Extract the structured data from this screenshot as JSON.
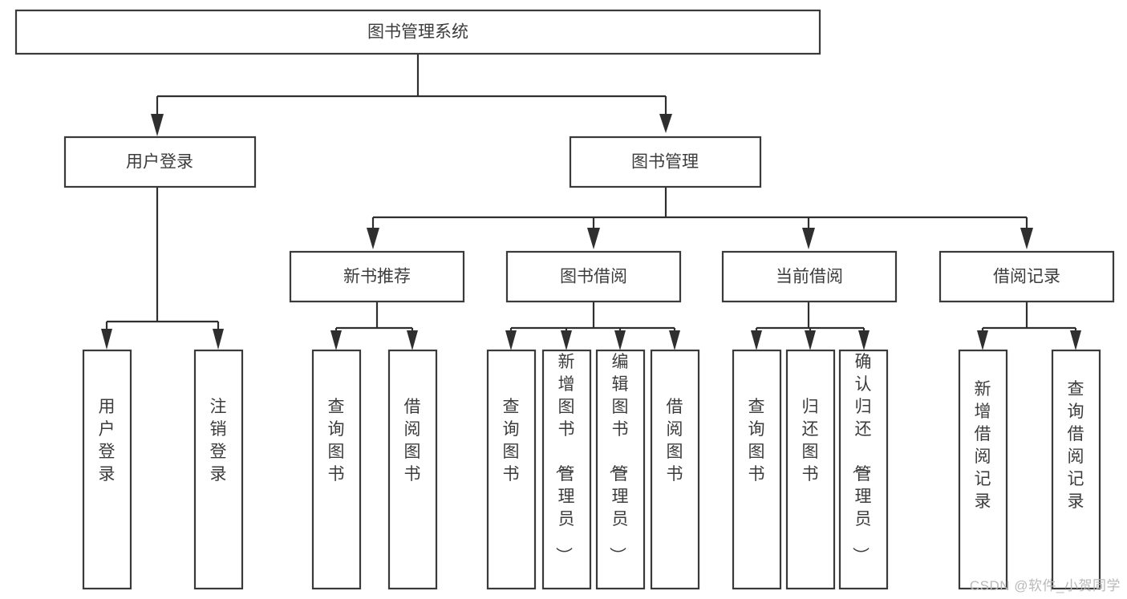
{
  "diagram": {
    "title": "图书管理系统",
    "type": "tree-hierarchy",
    "watermark": "CSDN @软件_小贺同学",
    "root": {
      "id": "root",
      "label": "图书管理系统"
    },
    "level1": [
      {
        "id": "user-login",
        "label": "用户登录"
      },
      {
        "id": "book-manage",
        "label": "图书管理"
      }
    ],
    "level2": [
      {
        "id": "new-book-rec",
        "label": "新书推荐",
        "parent": "book-manage"
      },
      {
        "id": "book-borrow",
        "label": "图书借阅",
        "parent": "book-manage"
      },
      {
        "id": "current-borrow",
        "label": "当前借阅",
        "parent": "book-manage"
      },
      {
        "id": "borrow-record",
        "label": "借阅记录",
        "parent": "book-manage"
      }
    ],
    "leaves": [
      {
        "id": "leaf-user-login",
        "label": "用户登录",
        "parent": "user-login"
      },
      {
        "id": "leaf-logout",
        "label": "注销登录",
        "parent": "user-login"
      },
      {
        "id": "leaf-query-book-1",
        "label": "查询图书",
        "parent": "new-book-rec"
      },
      {
        "id": "leaf-borrow-book-1",
        "label": "借阅图书",
        "parent": "new-book-rec"
      },
      {
        "id": "leaf-query-book-2",
        "label": "查询图书",
        "parent": "book-borrow"
      },
      {
        "id": "leaf-add-book",
        "label": "新增图书（管理员）",
        "parent": "book-borrow"
      },
      {
        "id": "leaf-edit-book",
        "label": "编辑图书（管理员）",
        "parent": "book-borrow"
      },
      {
        "id": "leaf-borrow-book-2",
        "label": "借阅图书",
        "parent": "book-borrow"
      },
      {
        "id": "leaf-query-book-3",
        "label": "查询图书",
        "parent": "current-borrow"
      },
      {
        "id": "leaf-return-book",
        "label": "归还图书",
        "parent": "current-borrow"
      },
      {
        "id": "leaf-confirm-return",
        "label": "确认归还（管理员）",
        "parent": "current-borrow"
      },
      {
        "id": "leaf-add-record",
        "label": "新增借阅记录",
        "parent": "borrow-record"
      },
      {
        "id": "leaf-query-record",
        "label": "查询借阅记录",
        "parent": "borrow-record"
      }
    ],
    "colors": {
      "box_stroke": "#3a3a3a",
      "box_fill": "#ffffff",
      "edge": "#2f2f2f",
      "text": "#3c3c3c",
      "background": "#ffffff",
      "watermark": "#b9b9b9"
    }
  }
}
